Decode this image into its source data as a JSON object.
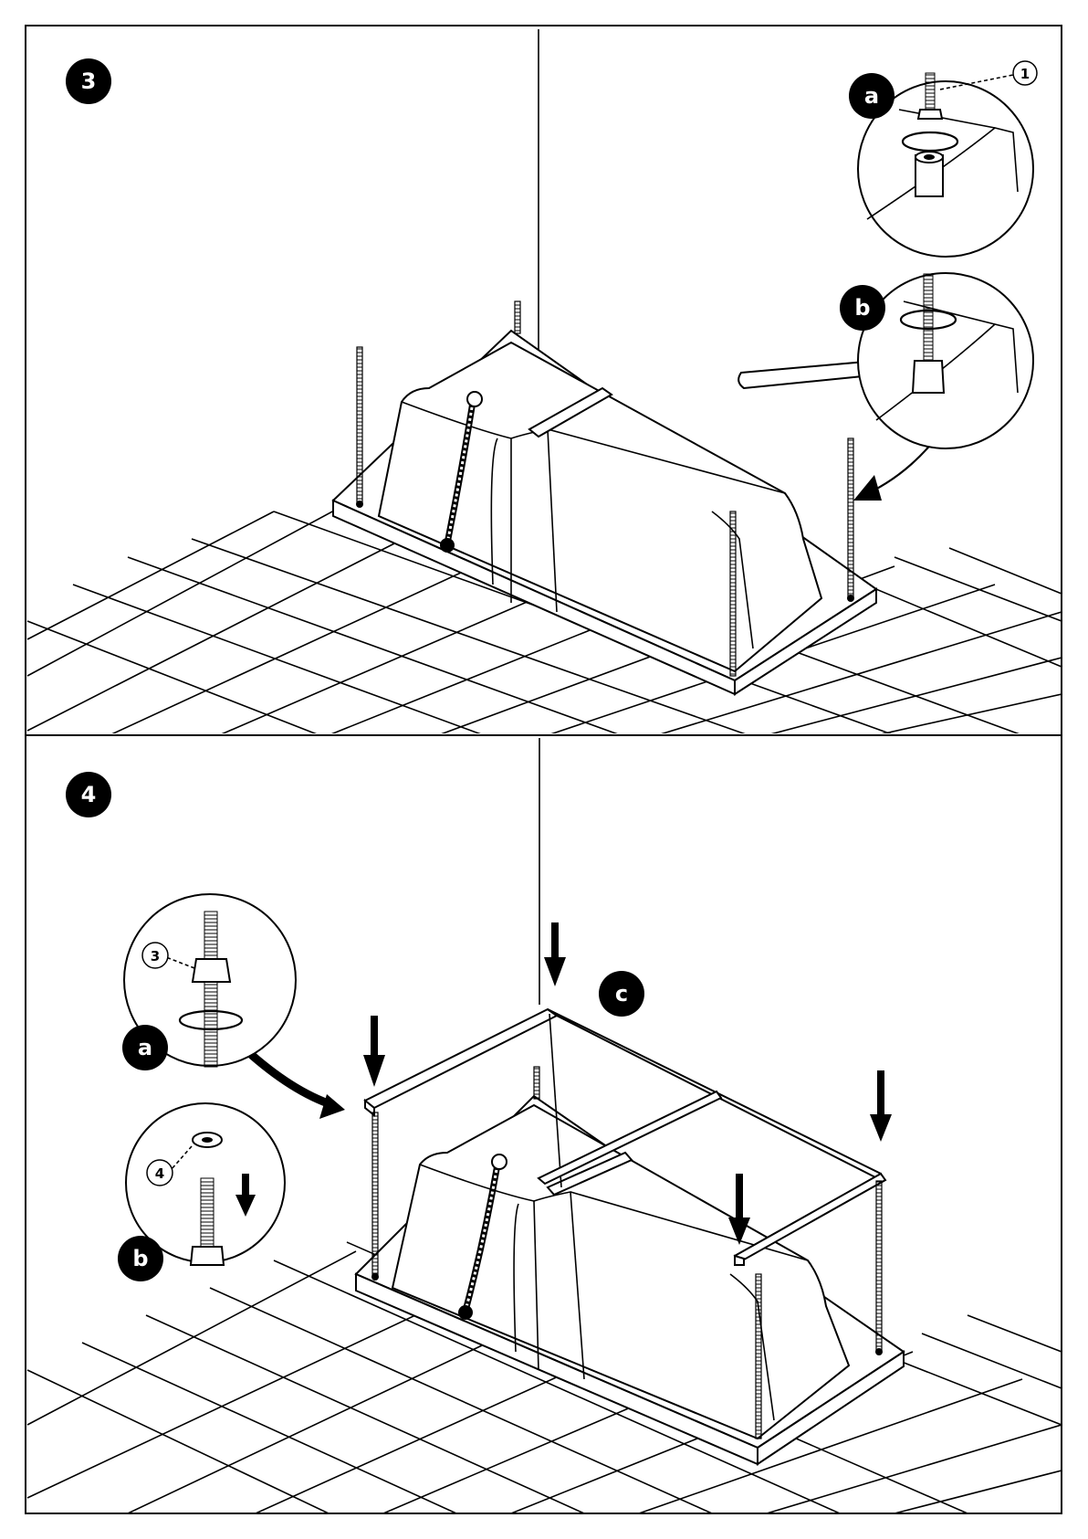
{
  "panels": [
    {
      "step": "3",
      "details": [
        {
          "letter": "a",
          "callout": "1"
        },
        {
          "letter": "b"
        }
      ]
    },
    {
      "step": "4",
      "details": [
        {
          "letter": "a",
          "callout": "3"
        },
        {
          "letter": "b",
          "callout": "4"
        },
        {
          "letter": "c"
        }
      ]
    }
  ],
  "colors": {
    "ink": "#000000",
    "paper": "#ffffff"
  }
}
